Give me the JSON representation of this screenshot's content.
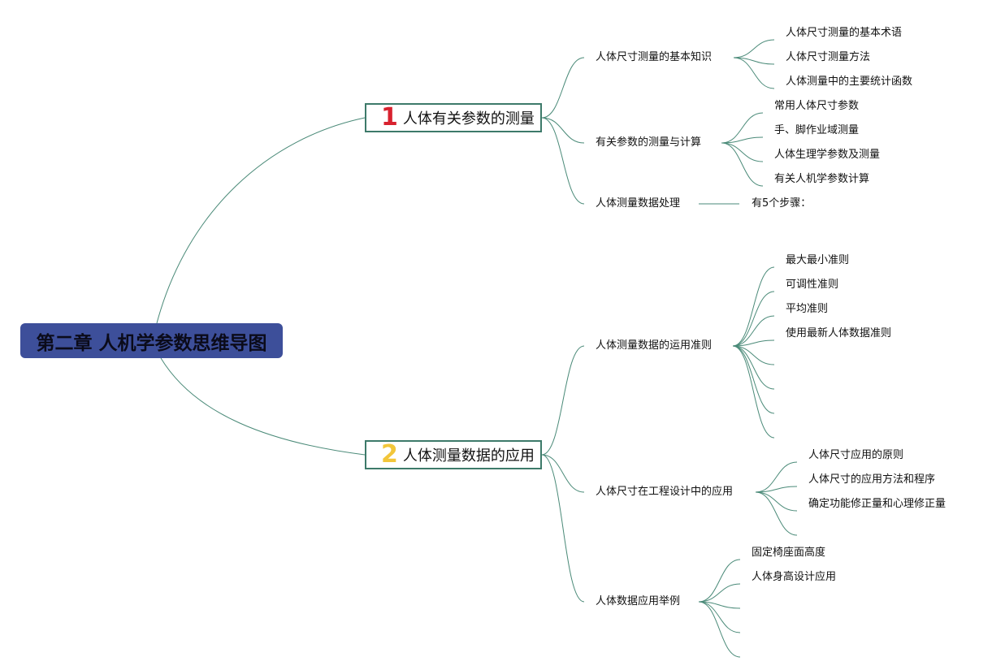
{
  "root": {
    "label": "第二章 人机学参数思维导图"
  },
  "branches": [
    {
      "number": "1",
      "label": "人体有关参数的测量",
      "number_color": "#d8222f",
      "children": [
        {
          "label": "人体尺寸测量的基本知识",
          "leaves": [
            "人体尺寸测量的基本术语",
            "人体尺寸测量方法",
            "人体测量中的主要统计函数"
          ]
        },
        {
          "label": "有关参数的测量与计算",
          "leaves": [
            "常用人体尺寸参数",
            "手、脚作业域测量",
            "人体生理学参数及测量",
            "有关人机学参数计算"
          ]
        },
        {
          "label": "人体测量数据处理",
          "leaves": [
            "有5个步骤："
          ]
        }
      ]
    },
    {
      "number": "2",
      "label": "人体测量数据的应用",
      "number_color": "#f2c63a",
      "children": [
        {
          "label": "人体测量数据的运用准则",
          "leaves": [
            "最大最小准则",
            "可调性准则",
            "平均准则",
            "使用最新人体数据准则",
            "",
            "",
            "",
            ""
          ]
        },
        {
          "label": "人体尺寸在工程设计中的应用",
          "leaves": [
            "人体尺寸应用的原则",
            "人体尺寸的应用方法和程序",
            "确定功能修正量和心理修正量",
            ""
          ]
        },
        {
          "label": "人体数据应用举例",
          "leaves": [
            "固定椅座面高度",
            "人体身高设计应用",
            "",
            "",
            ""
          ]
        }
      ]
    }
  ],
  "colors": {
    "root_fill": "#3d4f9a",
    "branch_border": "#3d7a6a",
    "connector": "#4a8a78"
  }
}
